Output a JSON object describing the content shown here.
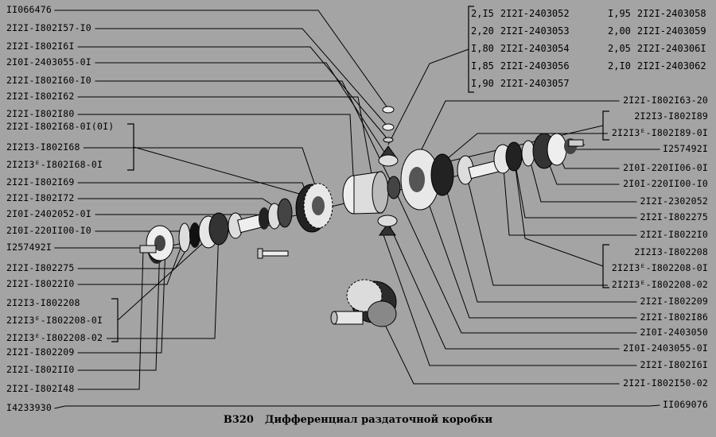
{
  "caption": {
    "code": "В320",
    "title": "Дифференциал раздаточной коробки"
  },
  "left_labels": [
    "II066476",
    "2I2I-I802I57-I0",
    "2I2I-I802I6I",
    "2I0I-2403055-0I",
    "2I2I-I802I60-I0",
    "2I2I-I802I62",
    "2I2I-I802I80",
    "2I2I-I802I68-0I(0I)",
    "2I2I3-I802I68",
    "2I2I3ᴱ-I802I68-0I",
    "2I2I-I802I69",
    "2I2I-I802I72",
    "2I0I-2402052-0I",
    "2I0I-220II00-I0",
    "I257492I",
    "2I2I-I802275",
    "2I2I-I8022I0",
    "2I2I3-I802208",
    "2I2I3ᴱ-I802208-0I",
    "2I2I3ᴱ-I802208-02",
    "2I2I-I802209",
    "2I2I-I802II0",
    "2I2I-I802I48",
    "I4233930"
  ],
  "right_labels": [
    "2I2I-I802I63-20",
    "2I2I3-I802I89",
    "2I2I3ᴱ-I802I89-0I",
    "I257492I",
    "2I0I-220II06-0I",
    "2I0I-220II00-I0",
    "2I2I-2302052",
    "2I2I-I802275",
    "2I2I-I8022I0",
    "2I2I3-I802208",
    "2I2I3ᴱ-I802208-0I",
    "2I2I3ᴱ-I802208-02",
    "2I2I-I802209",
    "2I2I-I802I86",
    "2I0I-2403050",
    "2I0I-2403055-0I",
    "2I2I-I802I6I",
    "2I2I-I802I50-02",
    "II069076"
  ],
  "washer_table": {
    "left": [
      {
        "size": "2,I5",
        "part": "2I2I-2403052"
      },
      {
        "size": "2,20",
        "part": "2I2I-2403053"
      },
      {
        "size": "I,80",
        "part": "2I2I-2403054"
      },
      {
        "size": "I,85",
        "part": "2I2I-2403056"
      },
      {
        "size": "I,90",
        "part": "2I2I-2403057"
      }
    ],
    "right": [
      {
        "size": "I,95",
        "part": "2I2I-2403058"
      },
      {
        "size": "2,00",
        "part": "2I2I-2403059"
      },
      {
        "size": "2,05",
        "part": "2I2I-240306I"
      },
      {
        "size": "2,I0",
        "part": "2I2I-2403062"
      }
    ]
  },
  "colors": {
    "background": "#a4a4a4",
    "ink": "#000000",
    "part_light": "#f2f2f2",
    "part_dark": "#1a1a1a"
  }
}
